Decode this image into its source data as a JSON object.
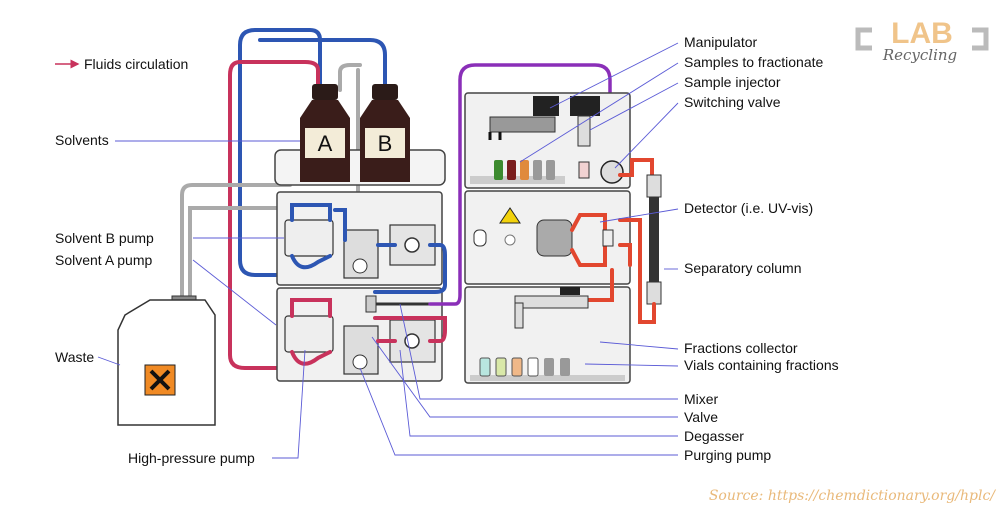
{
  "legend": {
    "fluids_circulation": "Fluids circulation"
  },
  "bottles": {
    "a": "A",
    "b": "B"
  },
  "labels_left": {
    "solvents": "Solvents",
    "solvent_b_pump": "Solvent B pump",
    "solvent_a_pump": "Solvent A pump",
    "waste": "Waste",
    "high_pressure_pump": "High-pressure pump"
  },
  "labels_right": {
    "manipulator": "Manipulator",
    "samples_to_fractionate": "Samples to fractionate",
    "sample_injector": "Sample injector",
    "switching_valve": "Switching valve",
    "detector": "Detector (i.e. UV-vis)",
    "separatory_column": "Separatory column",
    "fractions_collector": "Fractions collector",
    "vials": "Vials containing fractions",
    "mixer": "Mixer",
    "valve": "Valve",
    "degasser": "Degasser",
    "purging_pump": "Purging pump"
  },
  "logo": {
    "top": "LAB",
    "bottom": "Recycling"
  },
  "source": "Source: https://chemdictionary.org/hplc/",
  "colors": {
    "solvent_a": "#c8325c",
    "solvent_b": "#2d56b3",
    "sample": "#8a2fb8",
    "eluent": "#e2472f",
    "logo": "#f0c48a"
  }
}
